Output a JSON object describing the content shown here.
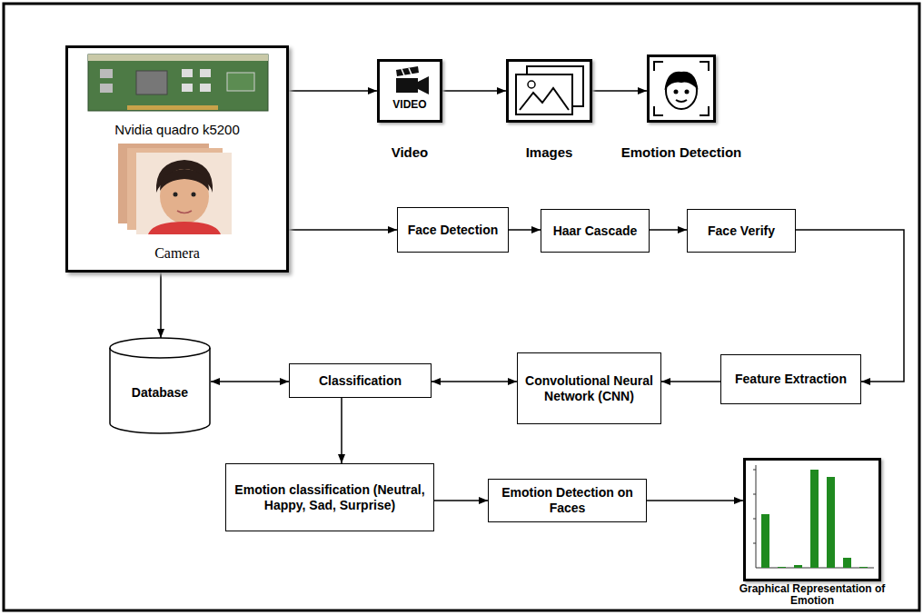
{
  "diagram": {
    "nodes": [
      {
        "text": [
          "Nvidia quadro k5200",
          "Camera"
        ]
      },
      {
        "text": [
          "VIDEO",
          "Video"
        ]
      },
      {
        "text": [
          "Images"
        ]
      },
      {
        "text": [
          "Emotion Detection"
        ]
      },
      {
        "text": [
          "Face Detection"
        ]
      },
      {
        "text": [
          "Haar Cascade"
        ]
      },
      {
        "text": [
          "Face Verify"
        ]
      },
      {
        "text": [
          "Database"
        ]
      },
      {
        "text": [
          "Classification"
        ]
      },
      {
        "text": [
          "Convolutional Neural Network (CNN)"
        ]
      },
      {
        "text": [
          "Feature Extraction"
        ]
      },
      {
        "text": [
          "Emotion classification (Neutral, Happy, Sad, Surprise)"
        ]
      },
      {
        "text": [
          "Emotion Detection on Faces"
        ]
      },
      {
        "text": [
          "Graphical Representation of Emotion"
        ]
      }
    ],
    "edges": [
      {
        "from": 0,
        "to": 1,
        "arrow": "to"
      },
      {
        "from": 1,
        "to": 2,
        "arrow": "to"
      },
      {
        "from": 2,
        "to": 3,
        "arrow": "to"
      },
      {
        "from": 0,
        "to": 4,
        "arrow": "to"
      },
      {
        "from": 4,
        "to": 5,
        "arrow": "to"
      },
      {
        "from": 5,
        "to": 6,
        "arrow": "to"
      },
      {
        "from": 6,
        "to": 10,
        "arrow": "to"
      },
      {
        "from": 10,
        "to": 9,
        "arrow": "to"
      },
      {
        "from": 9,
        "to": 8,
        "arrow": "both"
      },
      {
        "from": 8,
        "to": 7,
        "arrow": "both"
      },
      {
        "from": 0,
        "to": 7,
        "arrow": "to"
      },
      {
        "from": 8,
        "to": 11,
        "arrow": "to"
      },
      {
        "from": 11,
        "to": 12,
        "arrow": "to"
      },
      {
        "from": 12,
        "to": 13,
        "arrow": "to"
      }
    ]
  }
}
